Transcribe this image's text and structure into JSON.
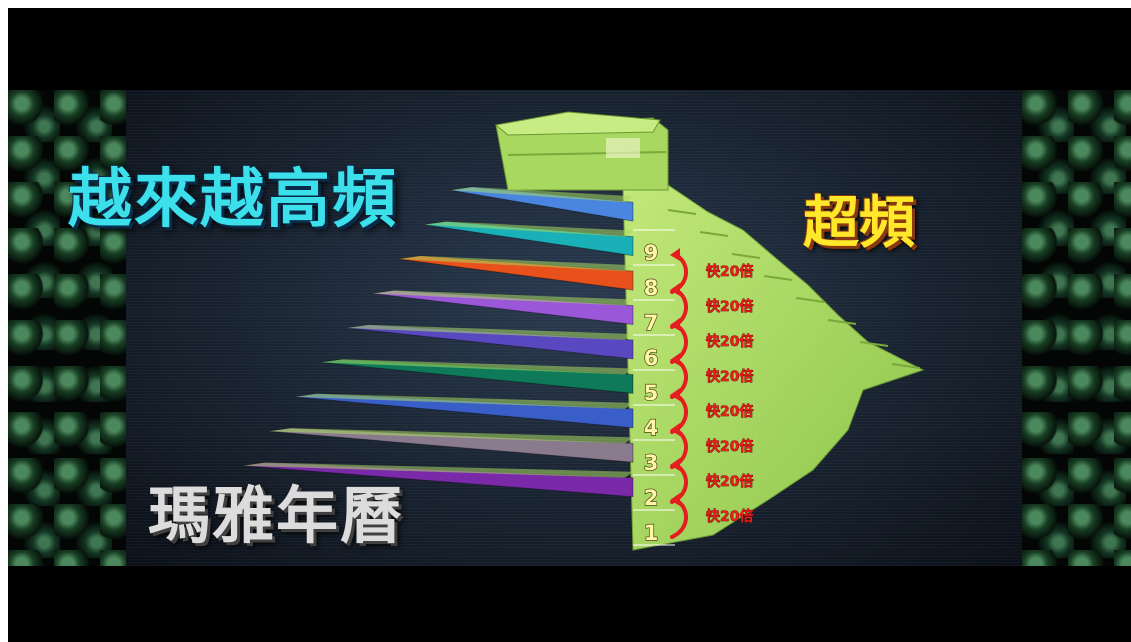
{
  "titles": {
    "main": "越來越高頻",
    "right": "超頻",
    "bottom": "瑪雅年曆"
  },
  "pyramid": {
    "levels": [
      {
        "number": "1",
        "color": "#7a2aa8"
      },
      {
        "number": "2",
        "color": "#8a7a8e"
      },
      {
        "number": "3",
        "color": "#3a5ec8"
      },
      {
        "number": "4",
        "color": "#0e7a5a"
      },
      {
        "number": "5",
        "color": "#5a48c0"
      },
      {
        "number": "6",
        "color": "#9a58d8"
      },
      {
        "number": "7",
        "color": "#e8501c"
      },
      {
        "number": "8",
        "color": "#1ab0b8"
      },
      {
        "number": "9",
        "color": "#4a86e0"
      }
    ],
    "step_label": "快20倍",
    "stone_color": "#a8d860"
  }
}
